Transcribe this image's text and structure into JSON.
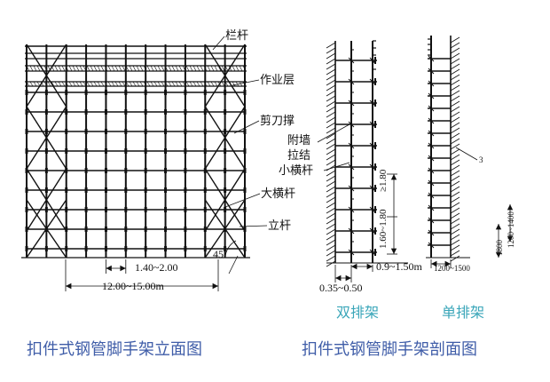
{
  "colors": {
    "line": "#111111",
    "caption": "#3f5da8",
    "subtitle": "#3aa6b9",
    "background": "#ffffff"
  },
  "elevation": {
    "labels": {
      "railing": "栏杆",
      "working_layer": "作业层",
      "cross_brace": "剪刀撑",
      "ledger": "大横杆",
      "standard": "立杆"
    },
    "dims": {
      "bay_span": "1.40~2.00",
      "brace_span": "12.00~15.00m",
      "angle": "45"
    }
  },
  "section": {
    "labels": {
      "wall_tie_1": "附墙",
      "wall_tie_2": "拉结",
      "transom": "小横杆",
      "marker_3": "3"
    },
    "dims": {
      "lift_height": "≥1.80",
      "lift_range": "1.60~1.80",
      "row_width": "0.9~1.50m",
      "wall_gap": "0.35~0.50",
      "single_width": "1200~1500",
      "single_h1": "1800",
      "single_h2": "1200~1400"
    },
    "subtitles": {
      "double": "双排架",
      "single": "单排架"
    }
  },
  "captions": {
    "left": "扣件式钢管脚手架立面图",
    "right": "扣件式钢管脚手架剖面图"
  }
}
